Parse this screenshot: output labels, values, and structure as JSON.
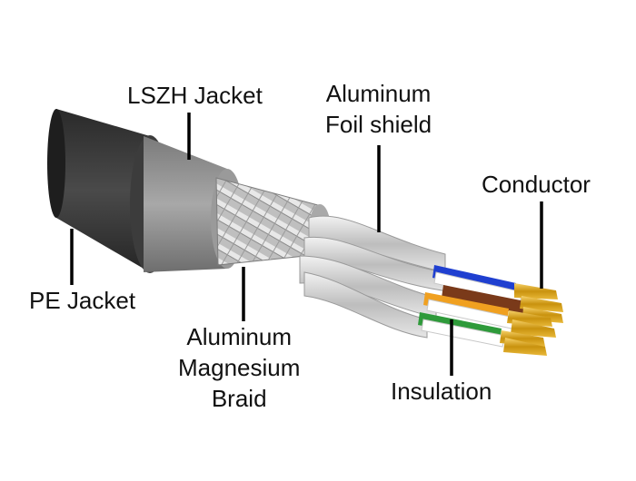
{
  "labels": {
    "lszh_jacket": "LSZH Jacket",
    "foil_shield": [
      "Aluminum",
      "Foil shield"
    ],
    "conductor": "Conductor",
    "pe_jacket": "PE Jacket",
    "braid": [
      "Aluminum",
      "Magnesium",
      "Braid"
    ],
    "insulation": "Insulation"
  },
  "colors": {
    "pe_jacket": "#3a3a3a",
    "lszh_jacket": "#8c8c8c",
    "braid": "#c9c9c9",
    "foil": "#d6d6d6",
    "conductor": "#d4a017",
    "pair_blue": "#1f3fd0",
    "pair_orange": "#f0a020",
    "pair_green": "#2e9a3a",
    "pair_brown": "#7a3a1a"
  }
}
